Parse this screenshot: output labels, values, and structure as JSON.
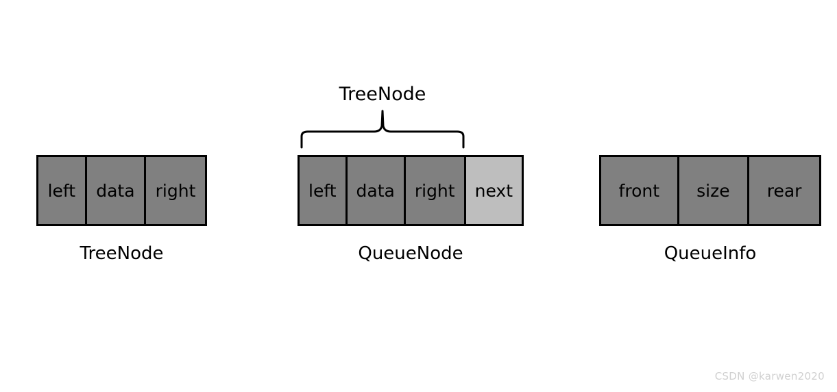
{
  "diagram": {
    "background_color": "#ffffff",
    "cell_fill_color": "#808080",
    "cell_highlight_color": "#bebebe",
    "border_color": "#000000",
    "annotation": {
      "caption": "TreeNode",
      "brace_icon": "curly-brace-down-icon",
      "spans_fields": 3
    },
    "structs": [
      {
        "name": "TreeNode",
        "label": "TreeNode",
        "fields": [
          {
            "label": "left",
            "highlight": false
          },
          {
            "label": "data",
            "highlight": false
          },
          {
            "label": "right",
            "highlight": false
          }
        ]
      },
      {
        "name": "QueueNode",
        "label": "QueueNode",
        "fields": [
          {
            "label": "left",
            "highlight": false
          },
          {
            "label": "data",
            "highlight": false
          },
          {
            "label": "right",
            "highlight": false
          },
          {
            "label": "next",
            "highlight": true
          }
        ]
      },
      {
        "name": "QueueInfo",
        "label": "QueueInfo",
        "fields": [
          {
            "label": "front",
            "highlight": false
          },
          {
            "label": "size",
            "highlight": false
          },
          {
            "label": "rear",
            "highlight": false
          }
        ]
      }
    ]
  },
  "watermark": {
    "text": "CSDN @karwen2020"
  }
}
